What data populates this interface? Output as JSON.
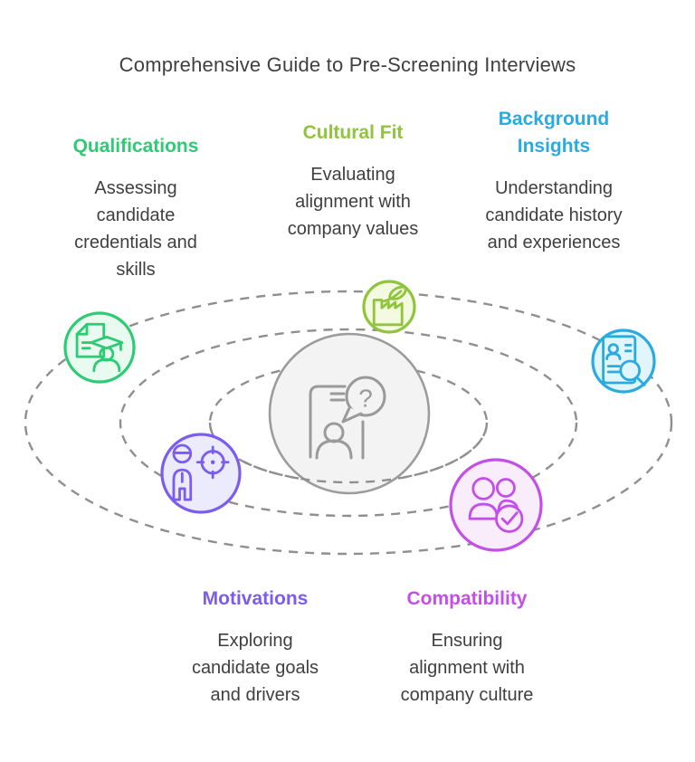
{
  "title": "Comprehensive Guide to Pre-Screening Interviews",
  "text_color": "#3F3F3F",
  "sections": [
    {
      "id": "qualifications",
      "label": "Qualifications",
      "description": "Assessing candidate credentials and skills",
      "color": "#2DCB73",
      "tint": "#E9FAF0",
      "icon": "certificate-graduate-icon"
    },
    {
      "id": "cultural-fit",
      "label": "Cultural Fit",
      "description": "Evaluating alignment with company values",
      "color": "#8FC43C",
      "tint": "#F4FADF",
      "icon": "factory-leaf-icon"
    },
    {
      "id": "background-insights",
      "label": "Background Insights",
      "description": "Understanding candidate history and experiences",
      "color": "#29ABE2",
      "tint": "#E1F5FC",
      "icon": "resume-search-icon"
    },
    {
      "id": "motivations",
      "label": "Motivations",
      "description": "Exploring candidate goals and drivers",
      "color": "#7A5CF1",
      "tint": "#ECEAFD",
      "icon": "person-target-icon"
    },
    {
      "id": "compatibility",
      "label": "Compatibility",
      "description": "Ensuring alignment with company culture",
      "color": "#C44FE8",
      "tint": "#F9EDFB",
      "icon": "people-check-icon"
    }
  ],
  "center": {
    "icon": "interview-question-icon",
    "question_mark": "?",
    "color": "#9A9A9A",
    "fill": "#F3F3F3"
  },
  "orbits": {
    "ring_count": 3,
    "color": "#8F8F8F",
    "style": "dashed"
  }
}
